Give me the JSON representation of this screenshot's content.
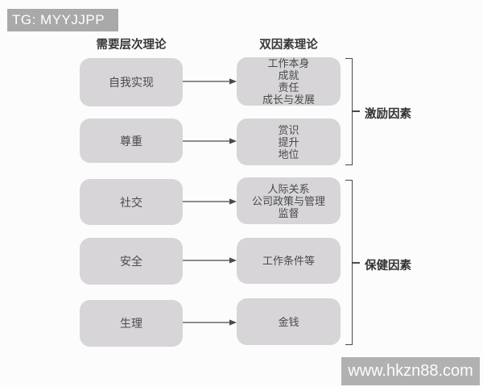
{
  "watermarks": {
    "top": "TG: MYYJJPP",
    "bottom": "www.hkzn88.com"
  },
  "headers": {
    "left": "需要层次理论",
    "right": "双因素理论"
  },
  "rows": [
    {
      "left": "自我实现",
      "right_lines": [
        "工作本身",
        "成就",
        "责任",
        "成长与发展"
      ]
    },
    {
      "left": "尊重",
      "right_lines": [
        "赏识",
        "提升",
        "地位"
      ]
    },
    {
      "left": "社交",
      "right_lines": [
        "人际关系",
        "公司政策与管理",
        "监督"
      ]
    },
    {
      "left": "安全",
      "right_lines": [
        "工作条件等"
      ]
    },
    {
      "left": "生理",
      "right_lines": [
        "金钱"
      ]
    }
  ],
  "groups": [
    {
      "label": "激励因素"
    },
    {
      "label": "保健因素"
    }
  ],
  "colors": {
    "box_fill": "#d7d5d8",
    "box_text": "#4a4a4a",
    "line": "#4a4a4a",
    "header_text": "#383838",
    "watermark_top_bg": "#a9a9a9",
    "watermark_bottom_bg": "#b1b1b1",
    "watermark_text": "#ffffff",
    "background": "#fcfcfc"
  }
}
